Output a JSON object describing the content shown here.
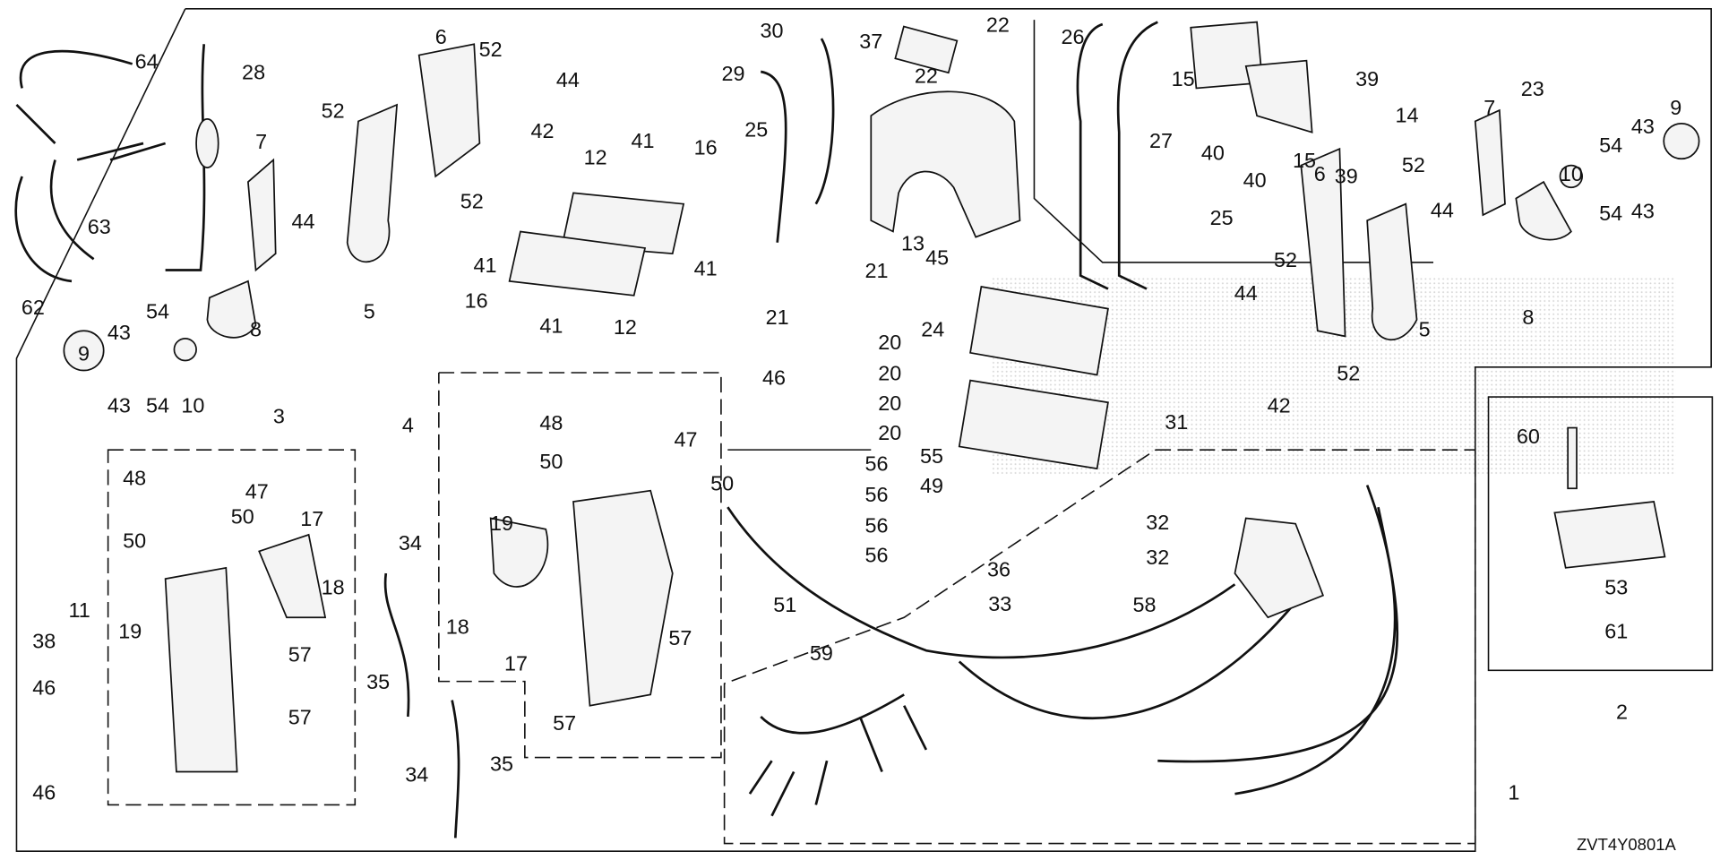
{
  "diagram": {
    "drawing_code": "ZVT4Y0801A",
    "callouts": [
      "64",
      "28",
      "6",
      "52",
      "44",
      "52",
      "42",
      "7",
      "44",
      "52",
      "5",
      "63",
      "62",
      "8",
      "9",
      "43",
      "54",
      "10",
      "43",
      "54",
      "3",
      "4",
      "48",
      "47",
      "50",
      "50",
      "17",
      "18",
      "19",
      "11",
      "38",
      "57",
      "46",
      "57",
      "46",
      "34",
      "35",
      "34",
      "35",
      "48",
      "47",
      "50",
      "50",
      "19",
      "18",
      "17",
      "57",
      "57",
      "51",
      "46",
      "30",
      "37",
      "22",
      "22",
      "29",
      "25",
      "12",
      "41",
      "16",
      "41",
      "41",
      "16",
      "41",
      "12",
      "13",
      "21",
      "21",
      "20",
      "20",
      "20",
      "20",
      "56",
      "56",
      "56",
      "56",
      "45",
      "24",
      "55",
      "49",
      "31",
      "26",
      "27",
      "15",
      "15",
      "40",
      "40",
      "39",
      "39",
      "14",
      "25",
      "6",
      "52",
      "44",
      "52",
      "44",
      "5",
      "42",
      "52",
      "7",
      "23",
      "9",
      "43",
      "54",
      "10",
      "43",
      "54",
      "8",
      "32",
      "32",
      "36",
      "33",
      "58",
      "59",
      "60",
      "53",
      "61",
      "2",
      "1"
    ]
  }
}
